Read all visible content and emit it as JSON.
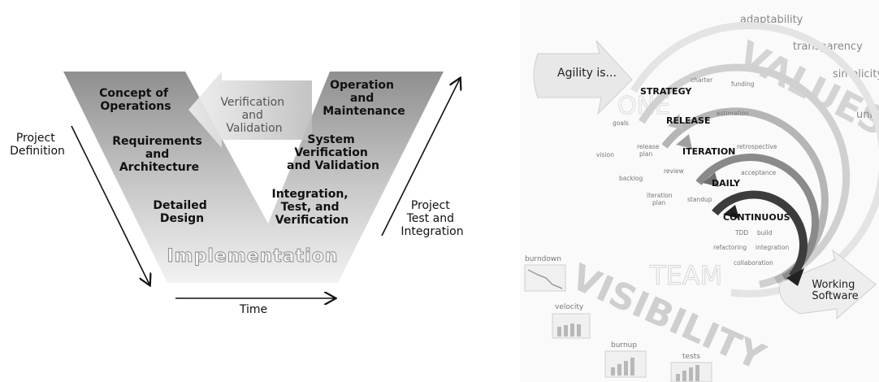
{
  "vmodel": {
    "left_labels": [
      "Concept of Operations",
      "Requirements and Architecture",
      "Detailed Design"
    ],
    "right_labels": [
      "Operation and Maintenance",
      "System Verification and Validation",
      "Integration, Test, and Verification"
    ],
    "verification": "Verification and Validation",
    "bottom": "Implementation",
    "axis_left": "Project Definition",
    "axis_right": "Project Test and Integration",
    "axis_time": "Time"
  },
  "agile": {
    "agility": "Agility is...",
    "levels": [
      "STRATEGY",
      "RELEASE",
      "ITERATION",
      "DAILY",
      "CONTINUOUS"
    ],
    "values_word": "VALUES",
    "visibility_word": "VISIBILITY",
    "one": "ONE",
    "team": "TEAM",
    "top_values": [
      "adaptability",
      "transparency",
      "simplicity",
      "unity"
    ],
    "small_terms": [
      "charter",
      "funding",
      "estimation",
      "goals",
      "vision",
      "release plan",
      "retrospective",
      "review",
      "backlog",
      "acceptance",
      "iteration plan",
      "standup",
      "TDD",
      "build",
      "refactoring",
      "integration",
      "collaboration"
    ],
    "metrics": [
      "burndown",
      "velocity",
      "burnup",
      "tests"
    ],
    "working_software": "Working Software"
  }
}
